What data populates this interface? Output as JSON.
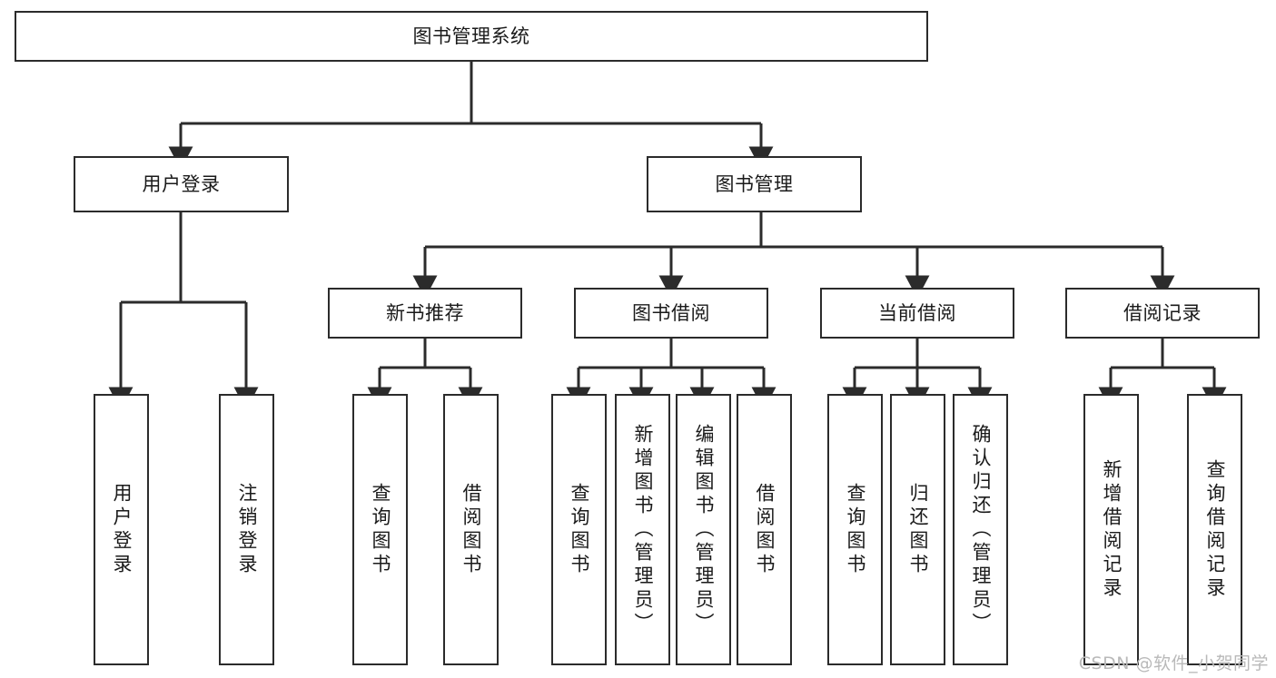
{
  "diagram": {
    "type": "tree",
    "title": "图书管理系统",
    "watermark": "CSDN @软件_小贺同学",
    "colors": {
      "border": "#2b2b2b",
      "background": "#ffffff",
      "text": "#1a1a1a",
      "edge": "#2b2b2b",
      "watermark": "#b9b9b9"
    }
  },
  "nodes": {
    "root": {
      "label": "图书管理系统",
      "orientation": "horizontal",
      "level": 0
    },
    "l1": [
      {
        "id": "user-login",
        "label": "用户登录",
        "orientation": "horizontal",
        "level": 1
      },
      {
        "id": "book-manage",
        "label": "图书管理",
        "orientation": "horizontal",
        "level": 1
      }
    ],
    "l2": [
      {
        "id": "new-book-recommend",
        "label": "新书推荐",
        "orientation": "horizontal",
        "level": 2,
        "parent": "book-manage"
      },
      {
        "id": "book-borrow",
        "label": "图书借阅",
        "orientation": "horizontal",
        "level": 2,
        "parent": "book-manage"
      },
      {
        "id": "current-borrow",
        "label": "当前借阅",
        "orientation": "horizontal",
        "level": 2,
        "parent": "book-manage"
      },
      {
        "id": "borrow-record",
        "label": "借阅记录",
        "orientation": "horizontal",
        "level": 2,
        "parent": "book-manage"
      }
    ],
    "leaves": [
      {
        "id": "leaf-user-login",
        "label": "用户登录",
        "orientation": "vertical",
        "parent": "user-login"
      },
      {
        "id": "leaf-user-logout",
        "label": "注销登录",
        "orientation": "vertical",
        "parent": "user-login"
      },
      {
        "id": "leaf-query-book-1",
        "label": "查询图书",
        "orientation": "vertical",
        "parent": "new-book-recommend"
      },
      {
        "id": "leaf-borrow-book-1",
        "label": "借阅图书",
        "orientation": "vertical",
        "parent": "new-book-recommend"
      },
      {
        "id": "leaf-query-book-2",
        "label": "查询图书",
        "orientation": "vertical",
        "parent": "book-borrow"
      },
      {
        "id": "leaf-add-book",
        "label": "新增图书（管理员）",
        "orientation": "vertical",
        "parent": "book-borrow"
      },
      {
        "id": "leaf-edit-book",
        "label": "编辑图书（管理员）",
        "orientation": "vertical",
        "parent": "book-borrow"
      },
      {
        "id": "leaf-borrow-book-2",
        "label": "借阅图书",
        "orientation": "vertical",
        "parent": "book-borrow"
      },
      {
        "id": "leaf-query-book-3",
        "label": "查询图书",
        "orientation": "vertical",
        "parent": "current-borrow"
      },
      {
        "id": "leaf-return-book",
        "label": "归还图书",
        "orientation": "vertical",
        "parent": "current-borrow"
      },
      {
        "id": "leaf-confirm-return",
        "label": "确认归还（管理员）",
        "orientation": "vertical",
        "parent": "current-borrow"
      },
      {
        "id": "leaf-add-record",
        "label": "新增借阅记录",
        "orientation": "vertical",
        "parent": "borrow-record"
      },
      {
        "id": "leaf-query-record",
        "label": "查询借阅记录",
        "orientation": "vertical",
        "parent": "borrow-record"
      }
    ]
  }
}
